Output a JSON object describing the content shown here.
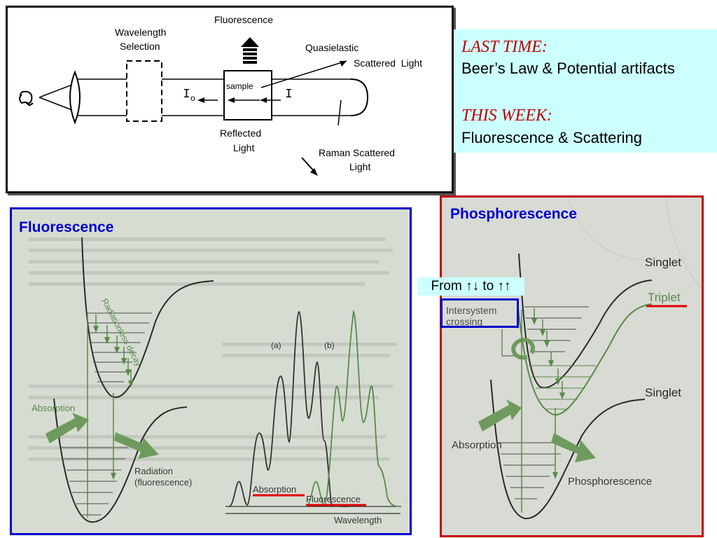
{
  "apparatus": {
    "fluorescence": "Fluorescence",
    "wavelength_selection_1": "Wavelength",
    "wavelength_selection_2": "Selection",
    "quasielastic_1": "Quasielastic",
    "quasielastic_2": "Scattered  Light",
    "sample": "sample",
    "i0": "I",
    "i0_sub": "o",
    "i": "I",
    "reflected_1": "Reflected",
    "reflected_2": "Light",
    "raman_1": "Raman Scattered",
    "raman_2": "Light"
  },
  "notes": {
    "last_time_heading": "LAST TIME:",
    "last_time_text": "Beer’s Law & Potential artifacts",
    "this_week_heading": "THIS WEEK:",
    "this_week_text": "Fluorescence & Scattering"
  },
  "fluorescence_panel": {
    "title": "Fluorescence",
    "radiationless": "Radiationless decay",
    "absorption": "Absorption",
    "radiation_1": "Radiation",
    "radiation_2": "(fluorescence)",
    "spectrum_a": "(a)",
    "spectrum_b": "(b)",
    "absorption_label": "Absorption",
    "fluorescence_label": "Fluorescence",
    "wavelength": "Wavelength"
  },
  "phosphorescence_panel": {
    "title": "Phosphorescence",
    "singlet_top": "Singlet",
    "triplet": "Triplet",
    "singlet_bottom": "Singlet",
    "intersystem_1": "Intersystem",
    "intersystem_2": "crossing",
    "absorption": "Absorption",
    "phosphorescence": "Phosphorescence",
    "from_to": "From ↑↓ to ↑↑"
  },
  "colors": {
    "green": "#5a8a4a",
    "dark": "#2a2a2a",
    "blue": "#0000cc",
    "red": "#c00000",
    "note_bg": "#ccffff"
  }
}
